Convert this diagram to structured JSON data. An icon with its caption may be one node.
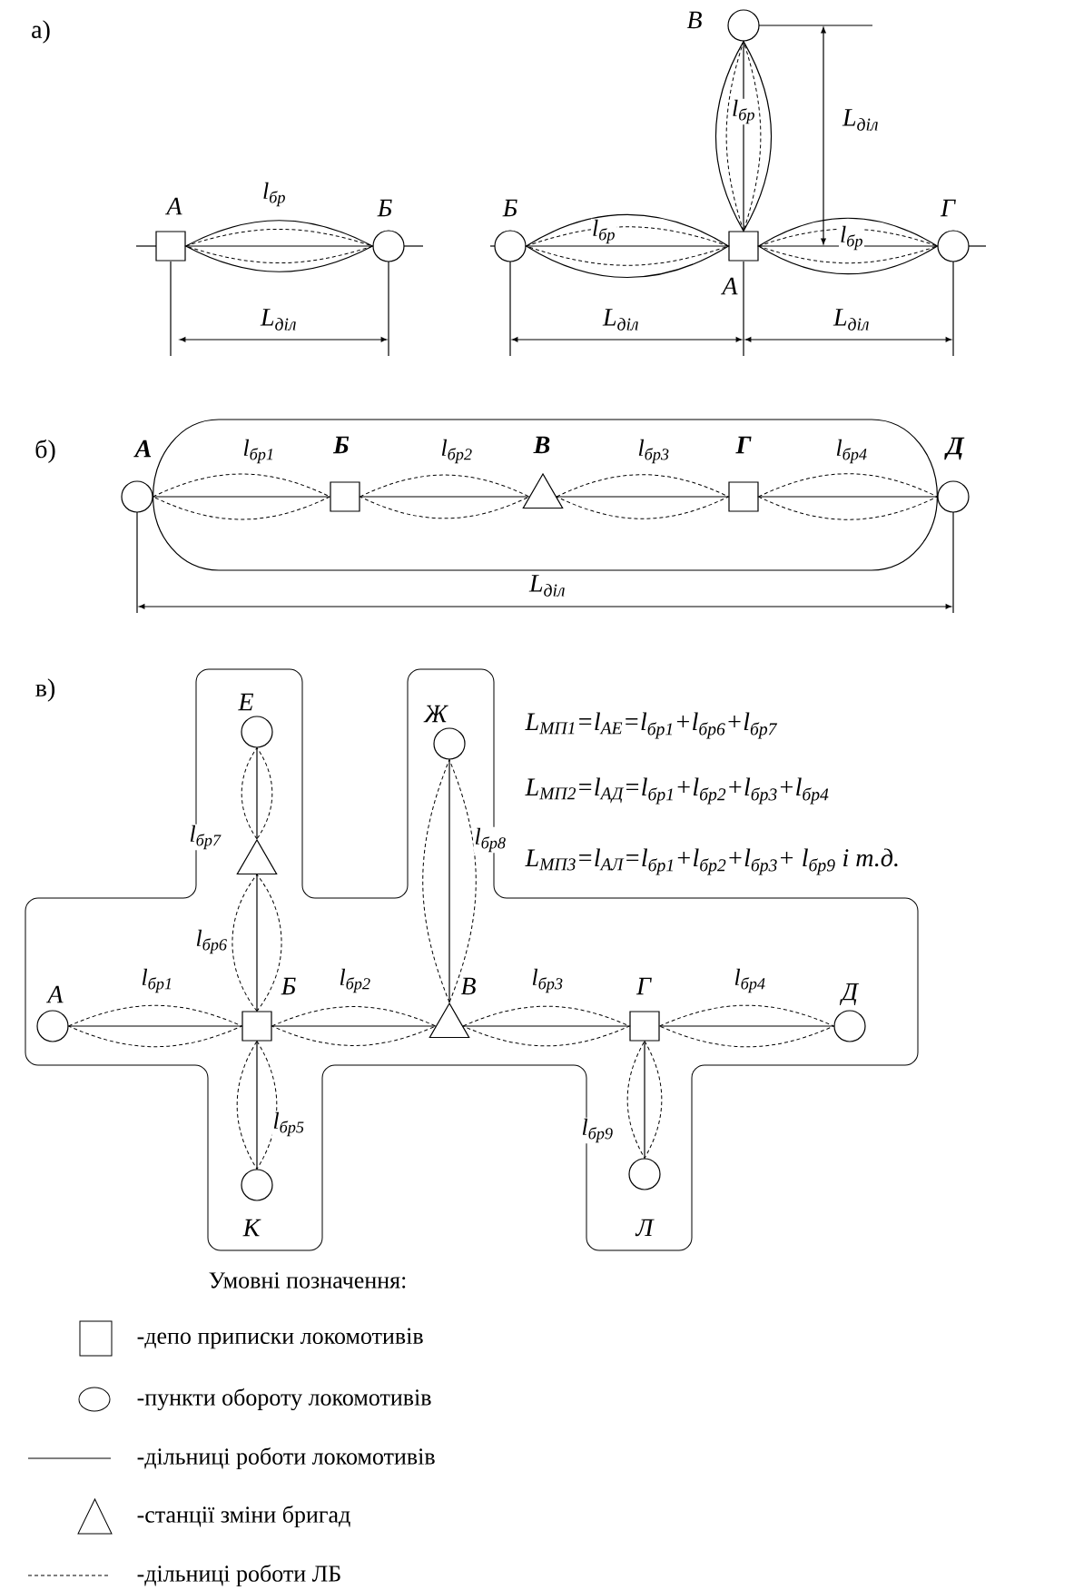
{
  "diagram": {
    "nodes": [
      {
        "text": [
          "А"
        ]
      },
      {
        "text": [
          "Б"
        ]
      },
      {
        "text": [
          "В"
        ]
      },
      {
        "text": [
          "Б"
        ]
      },
      {
        "text": [
          "А"
        ]
      },
      {
        "text": [
          "Г"
        ]
      },
      {
        "text": [
          "А"
        ]
      },
      {
        "text": [
          "Б"
        ]
      },
      {
        "text": [
          "В"
        ]
      },
      {
        "text": [
          "Г"
        ]
      },
      {
        "text": [
          "Д"
        ]
      },
      {
        "text": [
          "Е"
        ]
      },
      {
        "text": [
          "Ж"
        ]
      },
      {
        "text": [],
        "shape": "triangle"
      },
      {
        "text": [
          "А"
        ]
      },
      {
        "text": [
          "Б"
        ]
      },
      {
        "text": [
          "В"
        ]
      },
      {
        "text": [
          "Г"
        ]
      },
      {
        "text": [
          "Д"
        ]
      },
      {
        "text": [
          "К"
        ]
      },
      {
        "text": [
          "Л"
        ]
      }
    ],
    "edges": [
      {
        "from": 0,
        "to": 1,
        "arrow": "none"
      },
      {
        "from": 0,
        "to": 1,
        "arrow": "none"
      },
      {
        "from": 0,
        "to": 1,
        "arrow": "none",
        "style": "dashed",
        "label": "l$_{бр}$"
      },
      {
        "from": 3,
        "to": 4,
        "arrow": "none"
      },
      {
        "from": 4,
        "to": 5,
        "arrow": "none"
      },
      {
        "from": 4,
        "to": 2,
        "arrow": "none"
      },
      {
        "from": 3,
        "to": 4,
        "arrow": "none"
      },
      {
        "from": 3,
        "to": 4,
        "arrow": "none",
        "style": "dashed",
        "label": "l$_{бр}$"
      },
      {
        "from": 4,
        "to": 2,
        "arrow": "none"
      },
      {
        "from": 4,
        "to": 2,
        "arrow": "none",
        "style": "dashed",
        "label": "l$_{бр}$"
      },
      {
        "from": 4,
        "to": 5,
        "arrow": "none"
      },
      {
        "from": 4,
        "to": 5,
        "arrow": "none",
        "style": "dashed",
        "label": "l$_{бр}$"
      },
      {
        "from": 6,
        "to": 7,
        "arrow": "none"
      },
      {
        "from": 7,
        "to": 8,
        "arrow": "none"
      },
      {
        "from": 8,
        "to": 9,
        "arrow": "none"
      },
      {
        "from": 9,
        "to": 10,
        "arrow": "none"
      },
      {
        "from": 6,
        "to": 7,
        "arrow": "none",
        "style": "dashed",
        "label": "l$_{бр1}$"
      },
      {
        "from": 7,
        "to": 8,
        "arrow": "none",
        "style": "dashed",
        "label": "l$_{бр2}$"
      },
      {
        "from": 8,
        "to": 9,
        "arrow": "none",
        "style": "dashed",
        "label": "l$_{бр3}$"
      },
      {
        "from": 9,
        "to": 10,
        "arrow": "none",
        "style": "dashed",
        "label": "l$_{бр4}$"
      },
      {
        "from": 6,
        "to": 10,
        "arrow": "none"
      },
      {
        "from": 14,
        "to": 15,
        "arrow": "none"
      },
      {
        "from": 15,
        "to": 16,
        "arrow": "none"
      },
      {
        "from": 16,
        "to": 17,
        "arrow": "none"
      },
      {
        "from": 17,
        "to": 18,
        "arrow": "none"
      },
      {
        "from": 15,
        "to": 19,
        "arrow": "none"
      },
      {
        "from": 15,
        "to": 13,
        "arrow": "none"
      },
      {
        "from": 13,
        "to": 11,
        "arrow": "none"
      },
      {
        "from": 16,
        "to": 12,
        "arrow": "none"
      },
      {
        "from": 17,
        "to": 20,
        "arrow": "none"
      },
      {
        "from": 14,
        "to": 15,
        "arrow": "none",
        "style": "dashed",
        "label": "l$_{бр1}$"
      },
      {
        "from": 15,
        "to": 16,
        "arrow": "none",
        "style": "dashed",
        "label": "l$_{бр2}$"
      },
      {
        "from": 16,
        "to": 17,
        "arrow": "none",
        "style": "dashed",
        "label": "l$_{бр3}$"
      },
      {
        "from": 17,
        "to": 18,
        "arrow": "none",
        "style": "dashed",
        "label": "l$_{бр4}$"
      },
      {
        "from": 15,
        "to": 19,
        "arrow": "none",
        "style": "dashed",
        "label": "l$_{бр5}$"
      },
      {
        "from": 15,
        "to": 13,
        "arrow": "none",
        "style": "dashed",
        "label": "l$_{бр6}$"
      },
      {
        "from": 13,
        "to": 11,
        "arrow": "none",
        "style": "dashed",
        "label": "l$_{бр7}$"
      },
      {
        "from": 16,
        "to": 12,
        "arrow": "none",
        "style": "dashed",
        "label": "l$_{бр8}$"
      },
      {
        "from": 17,
        "to": 20,
        "arrow": "none",
        "style": "dashed",
        "label": "l$_{бр9}$"
      }
    ],
    "labels": [
      "а)",
      "L$_{діл}$",
      "L$_{діл}$",
      "L$_{діл}$",
      "L$_{діл}$",
      "б)",
      "L$_{діл}$",
      "в)",
      "L$_{МП1}$=l$_{АЕ}$=l$_{бр1}$+l$_{бр6}$+l$_{бр7}$",
      "L$_{МП2}$=l$_{АД}$=l$_{бр1}$+l$_{бр2}$+l$_{бр3}$+l$_{бр4}$",
      "L$_{МП3}$=l$_{АЛ}$=l$_{бр1}$+l$_{бр2}$+l$_{бр3}$+ l$_{бр9}$ і т.д.",
      "Умовні позначення:"
    ],
    "legend": [
      {
        "text": "-депо приписки локомотивів"
      },
      {
        "text": "-пункти обороту локомотивів"
      },
      {
        "text": "-дільниці роботи локомотивів"
      },
      {
        "text": "-станції зміни бригад"
      },
      {
        "text": "-дільниці роботи ЛБ"
      }
    ]
  }
}
